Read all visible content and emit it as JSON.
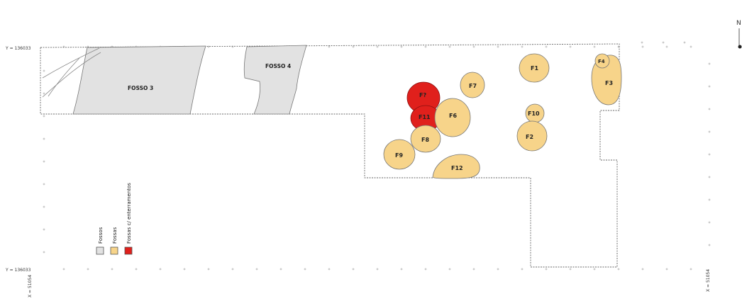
{
  "coordinates": {
    "y_top": "Y = 136033",
    "y_bottom": "Y = 136033",
    "x_left": "X = 51054",
    "x_right": "X = 51054"
  },
  "north_arrow": {
    "label": "N"
  },
  "ditches": [
    {
      "id": "fosso-3",
      "label": "FOSSO 3"
    },
    {
      "id": "fosso-4",
      "label": "FOSSO 4"
    }
  ],
  "pits": [
    {
      "id": "f1",
      "label": "F1",
      "type": "fossa"
    },
    {
      "id": "f2",
      "label": "F2",
      "type": "fossa"
    },
    {
      "id": "f3",
      "label": "F3",
      "type": "fossa"
    },
    {
      "id": "f4",
      "label": "F4",
      "type": "fossa"
    },
    {
      "id": "f6",
      "label": "F6",
      "type": "fossa"
    },
    {
      "id": "f7",
      "label": "F7",
      "type": "fossa"
    },
    {
      "id": "f8",
      "label": "F8",
      "type": "fossa"
    },
    {
      "id": "f9",
      "label": "F9",
      "type": "fossa"
    },
    {
      "id": "f10",
      "label": "F10",
      "type": "fossa"
    },
    {
      "id": "f11",
      "label": "F11",
      "type": "burial"
    },
    {
      "id": "f12",
      "label": "F12",
      "type": "fossa"
    },
    {
      "id": "f-top-red",
      "label": "F?",
      "type": "burial"
    }
  ],
  "legend": [
    {
      "label": "Fossos",
      "color": "#e2e2e2"
    },
    {
      "label": "Fossas",
      "color": "#f7d48a"
    },
    {
      "label": "Fossas c/ enterramentos",
      "color": "#e0201c"
    }
  ],
  "colors": {
    "ditch_fill": "#e2e2e2",
    "pit_fill": "#f7d48a",
    "burial_fill": "#e0201c",
    "outline": "#555555"
  }
}
